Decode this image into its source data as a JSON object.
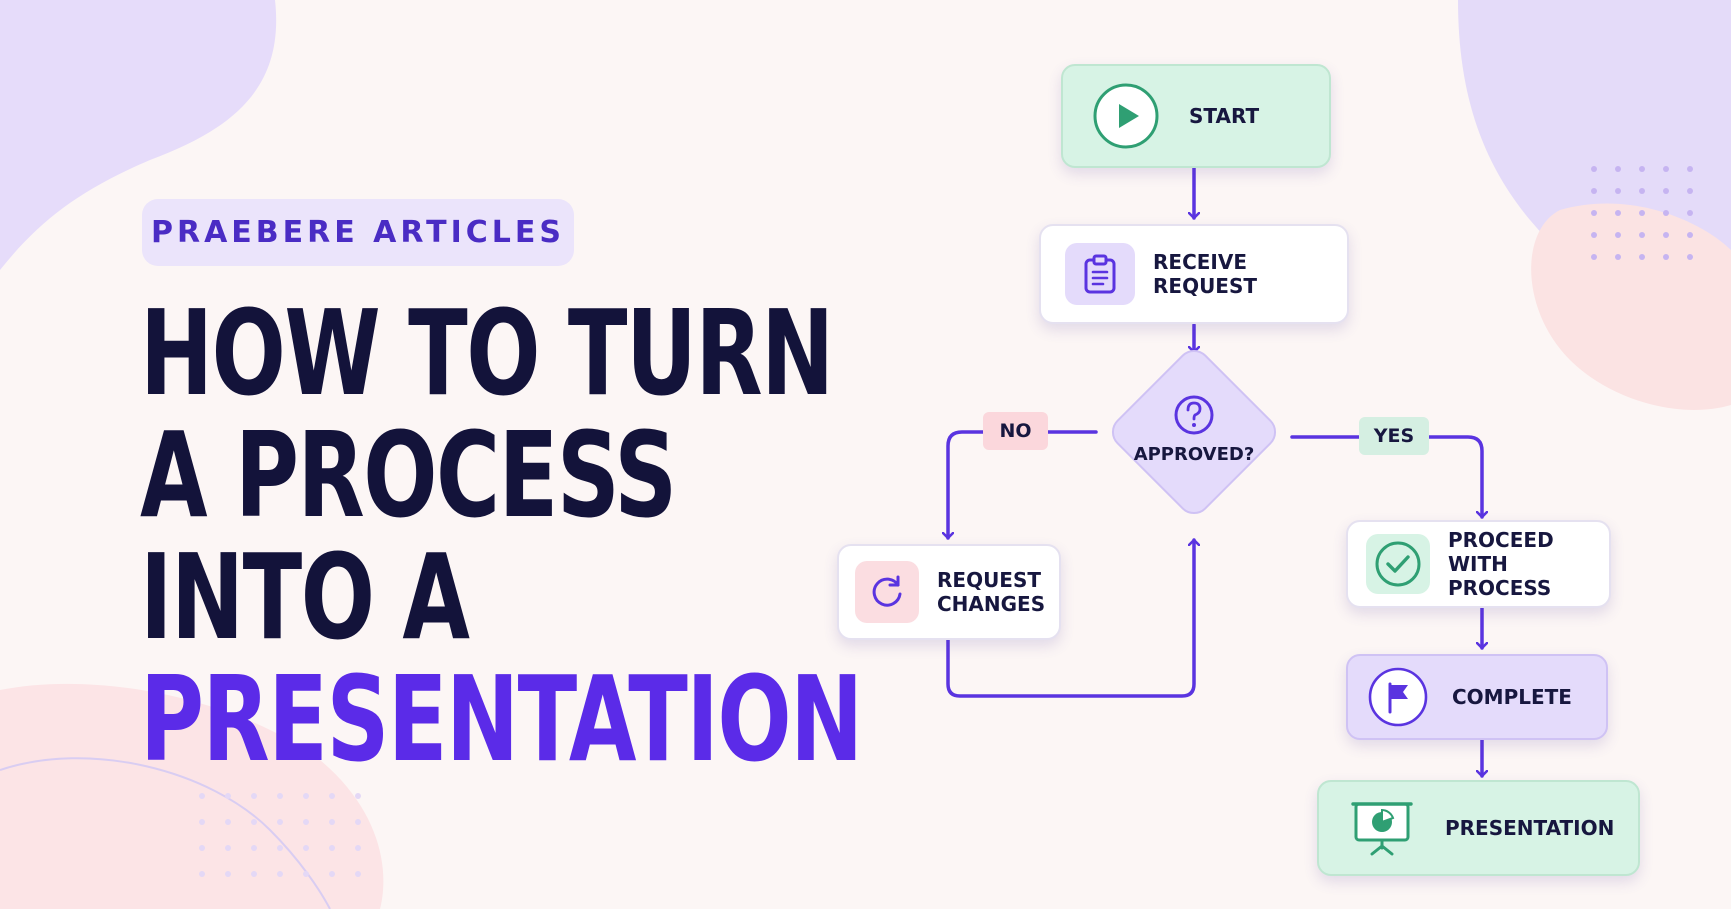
{
  "badge": {
    "text": "PRAEBERE ARTICLES"
  },
  "headline": {
    "line1": "HOW TO TURN",
    "line2": "A PROCESS",
    "line3": "INTO A",
    "line4": "PRESENTATION"
  },
  "flow": {
    "start": {
      "label": "START",
      "icon": "play-icon"
    },
    "receive": {
      "label": "RECEIVE REQUEST",
      "icon": "clipboard-icon"
    },
    "decision": {
      "label": "APPROVED?",
      "icon": "question-icon"
    },
    "no_tag": "NO",
    "yes_tag": "YES",
    "request_changes": {
      "line1": "REQUEST",
      "line2": "CHANGES",
      "icon": "refresh-icon"
    },
    "proceed": {
      "line1": "PROCEED WITH",
      "line2": "PROCESS",
      "icon": "check-circle-icon"
    },
    "complete": {
      "label": "COMPLETE",
      "icon": "flag-icon"
    },
    "presentation": {
      "label": "PRESENTATION",
      "icon": "presentation-board-icon"
    }
  },
  "colors": {
    "accent": "#5b2be8",
    "navy": "#13133a",
    "connector": "#5a34e0",
    "mint": "#d7f3e5",
    "lilac": "#e4dbfb",
    "pink": "#fbd7dc",
    "background": "#fcf6f5"
  }
}
